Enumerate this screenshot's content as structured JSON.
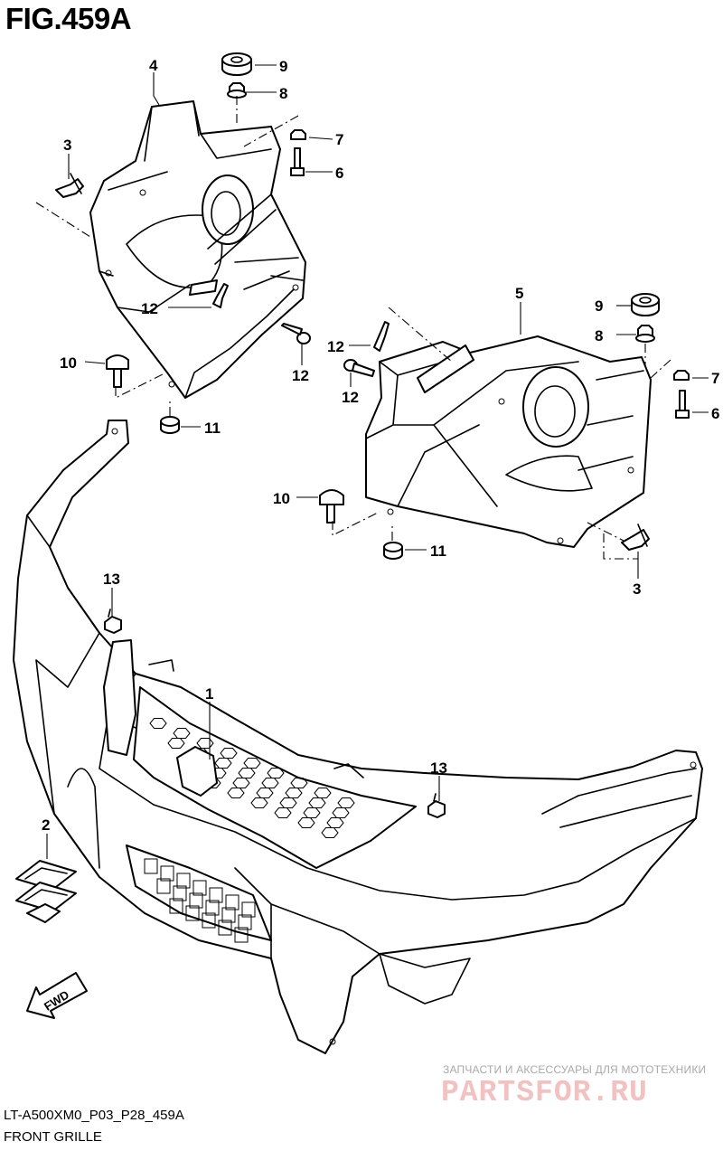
{
  "figure": {
    "title": "FIG.459A",
    "code": "LT-A500XM0_P03_P28_459A",
    "caption": "FRONT GRILLE"
  },
  "callouts": [
    {
      "id": "c4",
      "label": "4"
    },
    {
      "id": "c9a",
      "label": "9"
    },
    {
      "id": "c8a",
      "label": "8"
    },
    {
      "id": "c7a",
      "label": "7"
    },
    {
      "id": "c6a",
      "label": "6"
    },
    {
      "id": "c3a",
      "label": "3"
    },
    {
      "id": "c12a",
      "label": "12"
    },
    {
      "id": "c12b",
      "label": "12"
    },
    {
      "id": "c10a",
      "label": "10"
    },
    {
      "id": "c11a",
      "label": "11"
    },
    {
      "id": "c5",
      "label": "5"
    },
    {
      "id": "c9b",
      "label": "9"
    },
    {
      "id": "c8b",
      "label": "8"
    },
    {
      "id": "c7b",
      "label": "7"
    },
    {
      "id": "c6b",
      "label": "6"
    },
    {
      "id": "c12c",
      "label": "12"
    },
    {
      "id": "c12d",
      "label": "12"
    },
    {
      "id": "c10b",
      "label": "10"
    },
    {
      "id": "c11b",
      "label": "11"
    },
    {
      "id": "c3b",
      "label": "3"
    },
    {
      "id": "c13a",
      "label": "13"
    },
    {
      "id": "c1",
      "label": "1"
    },
    {
      "id": "c13b",
      "label": "13"
    },
    {
      "id": "c2",
      "label": "2"
    }
  ],
  "fwd_label": "FWD",
  "watermark": {
    "tagline": "ЗАПЧАСТИ И АКСЕССУАРЫ ДЛЯ МОТОТЕХНИКИ",
    "brand": "PARTSFOR.RU"
  }
}
